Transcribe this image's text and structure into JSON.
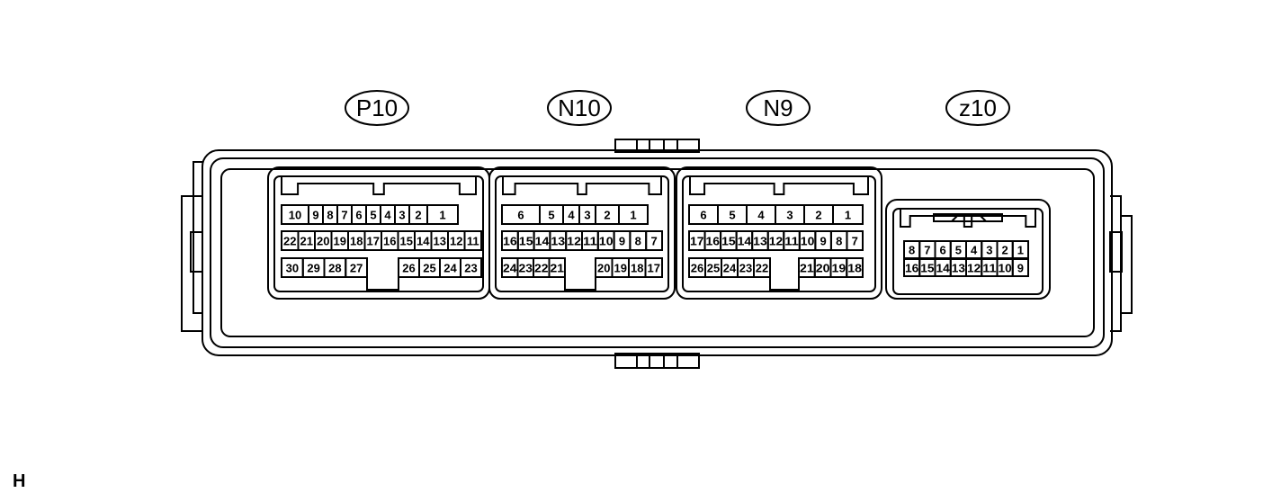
{
  "corner_label": "H",
  "connectors": [
    {
      "id": "P10",
      "rows": [
        [
          "10",
          "9",
          "8",
          "7",
          "6",
          "5",
          "4",
          "3",
          "2",
          "1"
        ],
        [
          "22",
          "21",
          "20",
          "19",
          "18",
          "17",
          "16",
          "15",
          "14",
          "13",
          "12",
          "11"
        ],
        [
          "30",
          "29",
          "28",
          "27",
          "26",
          "25",
          "24",
          "23"
        ]
      ]
    },
    {
      "id": "N10",
      "rows": [
        [
          "6",
          "5",
          "4",
          "3",
          "2",
          "1"
        ],
        [
          "16",
          "15",
          "14",
          "13",
          "12",
          "11",
          "10",
          "9",
          "8",
          "7"
        ],
        [
          "24",
          "23",
          "22",
          "21",
          "20",
          "19",
          "18",
          "17"
        ]
      ]
    },
    {
      "id": "N9",
      "rows": [
        [
          "6",
          "5",
          "4",
          "3",
          "2",
          "1"
        ],
        [
          "17",
          "16",
          "15",
          "14",
          "13",
          "12",
          "11",
          "10",
          "9",
          "8",
          "7"
        ],
        [
          "26",
          "25",
          "24",
          "23",
          "22",
          "21",
          "20",
          "19",
          "18"
        ]
      ]
    },
    {
      "id": "z10",
      "rows": [
        [
          "8",
          "7",
          "6",
          "5",
          "4",
          "3",
          "2",
          "1"
        ],
        [
          "16",
          "15",
          "14",
          "13",
          "12",
          "11",
          "10",
          "9"
        ]
      ]
    }
  ]
}
